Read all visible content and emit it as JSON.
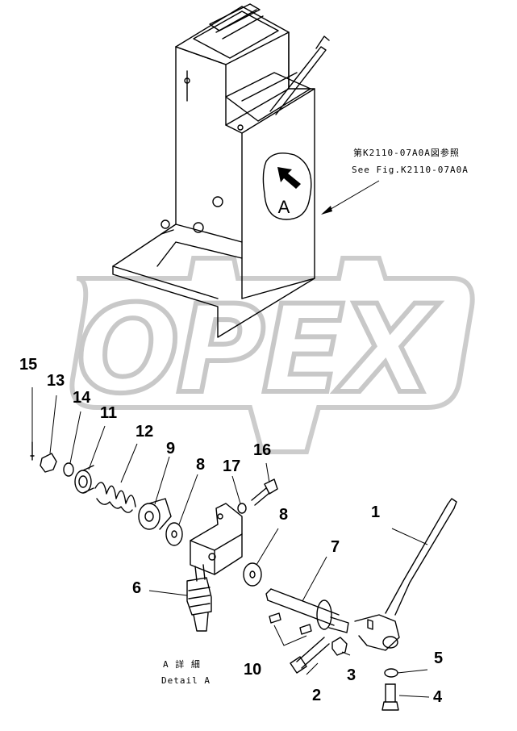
{
  "watermark": {
    "text": "OPEX"
  },
  "detail_marker": {
    "letter": "A"
  },
  "reference_note": {
    "line_jp": "第K2110-07A0A図参照",
    "line_en": "See Fig.K2110-07A0A"
  },
  "detail_label": {
    "line_jp": "A  詳 細",
    "line_en": "Detail A"
  },
  "callouts": [
    "1",
    "2",
    "3",
    "4",
    "5",
    "6",
    "7",
    "8",
    "8",
    "9",
    "10",
    "11",
    "12",
    "13",
    "14",
    "15",
    "16",
    "17"
  ]
}
